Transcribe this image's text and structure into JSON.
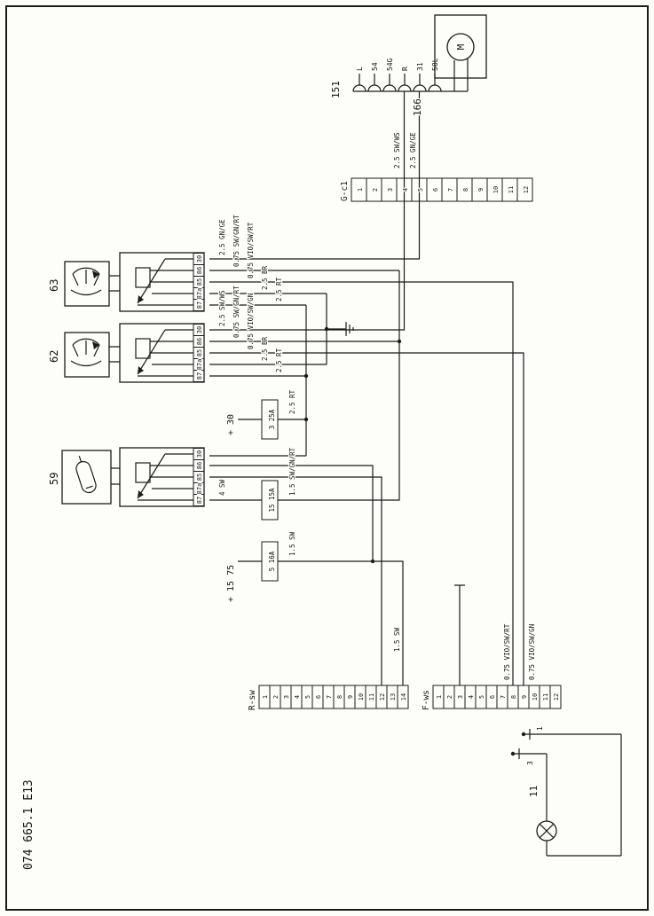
{
  "frame": {
    "drawing_number": "074 665.1 E13"
  },
  "components": {
    "switch151": {
      "label": "151",
      "terminals": [
        "L",
        "54",
        "54G",
        "R",
        "31",
        "58L"
      ]
    },
    "motor166": {
      "label": "166",
      "motor_symbol": "M"
    },
    "relay63": {
      "label": "63",
      "terminals": [
        "87",
        "87a",
        "85",
        "86",
        "30"
      ]
    },
    "relay62": {
      "label": "62",
      "terminals": [
        "87",
        "87a",
        "85",
        "86",
        "30"
      ]
    },
    "relay59": {
      "label": "59",
      "terminals": [
        "87",
        "87a",
        "85",
        "86",
        "30"
      ]
    },
    "lamp11": {
      "label": "11"
    }
  },
  "connectors": {
    "gc1": {
      "label": "G-c1",
      "pins": [
        "1",
        "2",
        "3",
        "4",
        "5",
        "6",
        "7",
        "8",
        "9",
        "10",
        "11",
        "12"
      ]
    },
    "rsw": {
      "label": "R-sw",
      "pins": [
        "1",
        "2",
        "3",
        "4",
        "5",
        "6",
        "7",
        "8",
        "9",
        "10",
        "11",
        "12",
        "13",
        "14"
      ]
    },
    "fws": {
      "label": "F-ws",
      "pins": [
        "1",
        "2",
        "3",
        "4",
        "5",
        "6",
        "7",
        "8",
        "9",
        "10",
        "11",
        "12"
      ]
    }
  },
  "power": {
    "plus30": "+ 30",
    "plus1575": "+ 15 75",
    "fuse_plus30": "3 25A",
    "fuse_relay59": "15 15A",
    "fuse_plus1575": "5 16A"
  },
  "wires": {
    "sw_ws_25": "2.5 SW/WS",
    "gn_ge_25": "2.5 GN/GE",
    "sw_gn_rt_075": "0.75 SW/GN/RT",
    "vio_sw_rt_075": "0.75 VIO/SW/RT",
    "vio_sw_gn_075": "0.75 VIO/SW/GN",
    "br_25": "2.5 BR",
    "rt_25": "2.5 RT",
    "sw_4": "4 SW",
    "sw_15": "1.5 SW",
    "sw_gn_rt_15": "1.5 SW/GN/RT"
  },
  "junctions": {
    "t3": "3",
    "t1": "1"
  }
}
